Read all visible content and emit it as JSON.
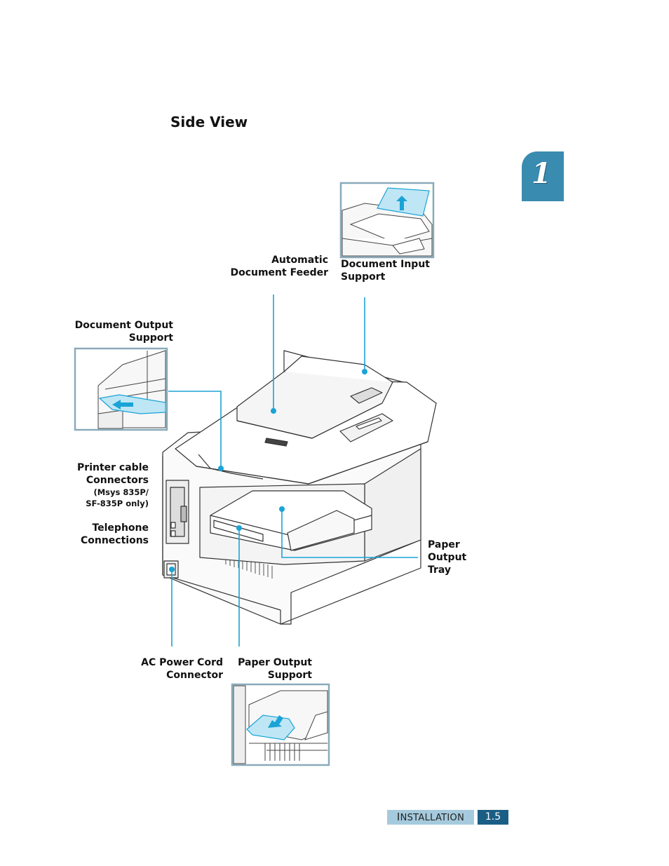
{
  "page": {
    "title": "Side View",
    "chapter_number": "1",
    "footer": {
      "section_first": "I",
      "section_rest": "NSTALLATION",
      "page_number": "1.5"
    }
  },
  "labels": {
    "adf_line1": "Automatic",
    "adf_line2": "Document Feeder",
    "doc_input_line1": "Document Input",
    "doc_input_line2": "Support",
    "doc_output_line1": "Document Output",
    "doc_output_line2": "Support",
    "printer_cable_line1": "Printer cable",
    "printer_cable_line2": "Connectors",
    "printer_cable_note1": "(Msys 835P/",
    "printer_cable_note2": "SF-835P only)",
    "telephone_line1": "Telephone",
    "telephone_line2": "Connections",
    "paper_output_tray_line1": "Paper",
    "paper_output_tray_line2": "Output",
    "paper_output_tray_line3": "Tray",
    "ac_power_line1": "AC Power Cord",
    "ac_power_line2": "Connector",
    "paper_output_support_line1": "Paper Output",
    "paper_output_support_line2": "Support"
  },
  "colors": {
    "callout": "#1aa3d6",
    "chapter_tab": "#3a8bb0",
    "inset_border": "#8aaabb",
    "footer_dark": "#1b5e85",
    "footer_light": "#a6cadd"
  }
}
